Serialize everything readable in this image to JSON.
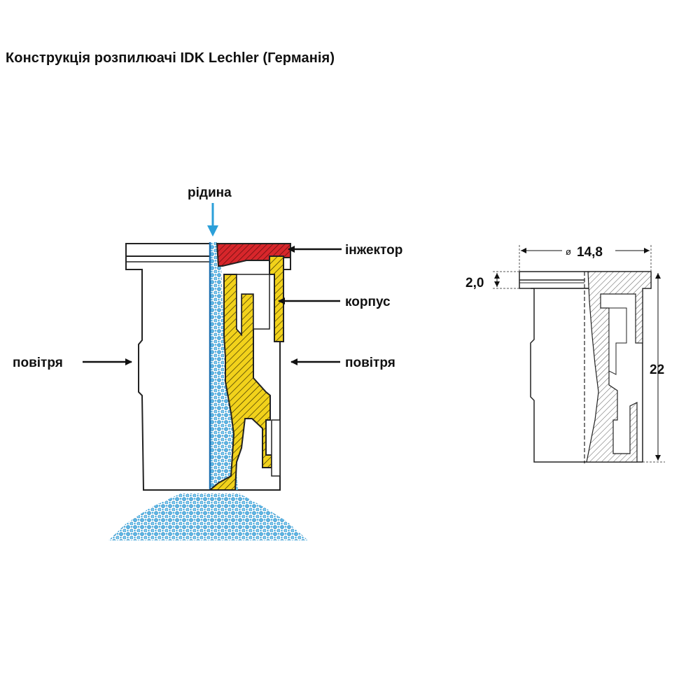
{
  "title": "Конструкція розпилюачі IDK Lechler (Германія)",
  "labels": {
    "liquid": "рідина",
    "injector": "інжектор",
    "body": "корпус",
    "air_left": "повітря",
    "air_right": "повітря"
  },
  "dimensions": {
    "diameter_symbol": "ø",
    "diameter": "14,8",
    "ring_height": "2,0",
    "total_height": "22"
  },
  "colors": {
    "injector": "#d7262b",
    "body": "#f2d21b",
    "liquid": "#2b9fd9",
    "outline": "#222222"
  }
}
